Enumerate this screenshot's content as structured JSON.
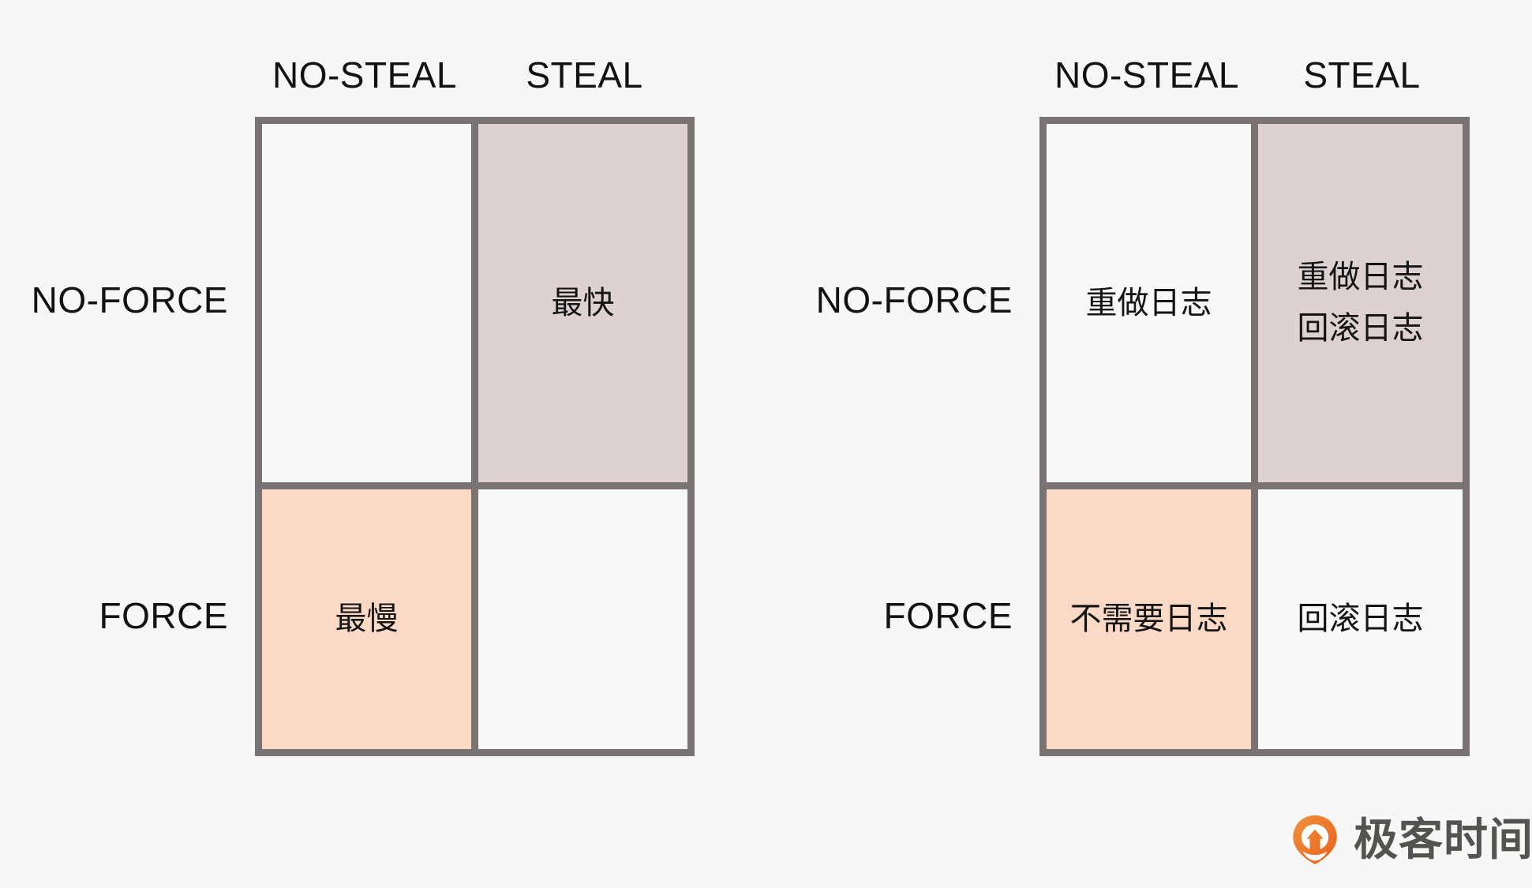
{
  "page": {
    "background": "#F8F7F7",
    "border_color": "#7A7374",
    "text_color": "#121212",
    "tint_mauve": "#DDD2D1",
    "tint_peach": "#FADAC7",
    "logo_orange": "#EE7B2B"
  },
  "matrices": [
    {
      "id": "performance-matrix",
      "column_headers": [
        "NO-STEAL",
        "STEAL"
      ],
      "row_headers": [
        "NO-FORCE",
        "FORCE"
      ],
      "cells": [
        [
          {
            "lines": [],
            "tint": "none"
          },
          {
            "lines": [
              "最快"
            ],
            "tint": "mauve"
          }
        ],
        [
          {
            "lines": [
              "最慢"
            ],
            "tint": "peach"
          },
          {
            "lines": [],
            "tint": "none"
          }
        ]
      ]
    },
    {
      "id": "logging-matrix",
      "column_headers": [
        "NO-STEAL",
        "STEAL"
      ],
      "row_headers": [
        "NO-FORCE",
        "FORCE"
      ],
      "cells": [
        [
          {
            "lines": [
              "重做日志"
            ],
            "tint": "none"
          },
          {
            "lines": [
              "重做日志",
              "回滚日志"
            ],
            "tint": "mauve"
          }
        ],
        [
          {
            "lines": [
              "不需要日志"
            ],
            "tint": "peach"
          },
          {
            "lines": [
              "回滚日志"
            ],
            "tint": "none"
          }
        ]
      ]
    }
  ],
  "logo": {
    "text": "极客时间",
    "mark": "geektime-pin-icon"
  }
}
